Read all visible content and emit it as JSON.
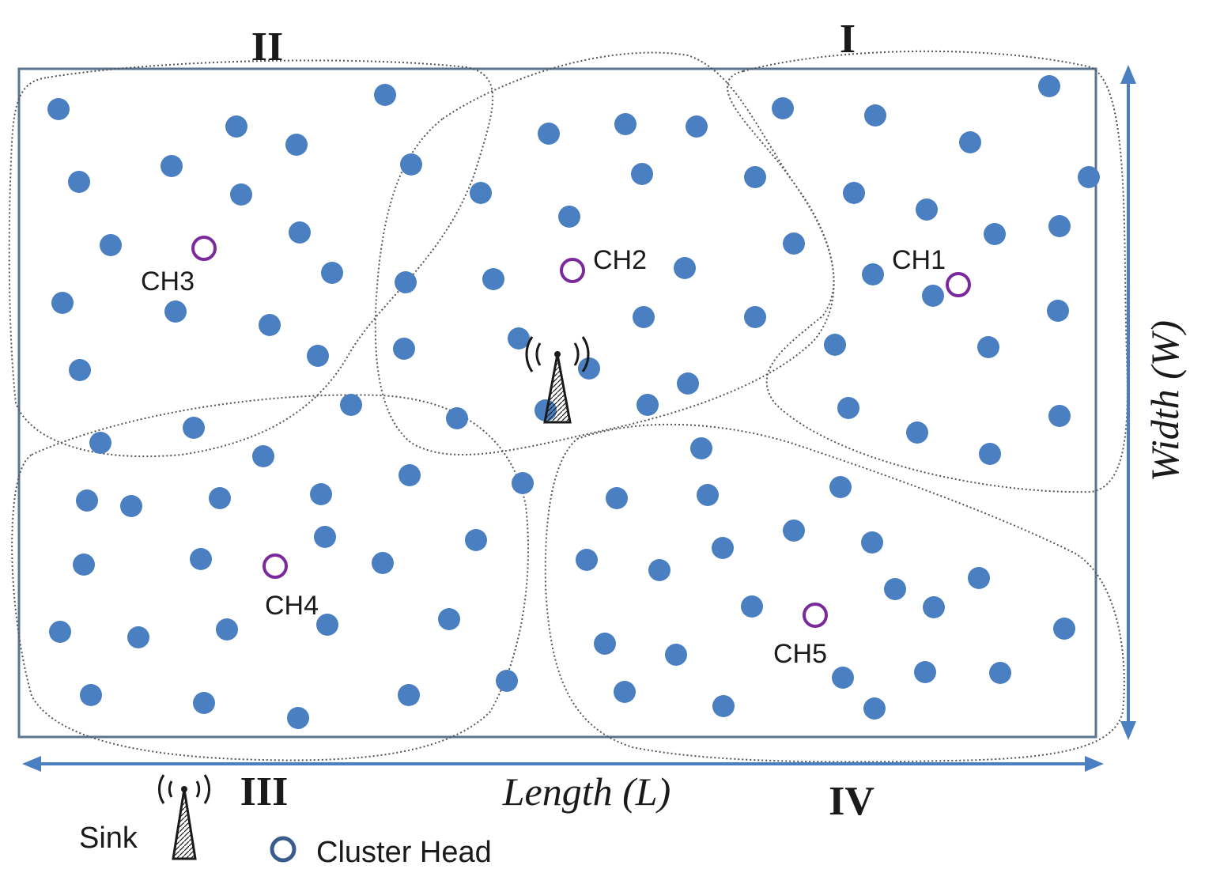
{
  "regions": [
    {
      "id": "I",
      "label": "I"
    },
    {
      "id": "II",
      "label": "II"
    },
    {
      "id": "III",
      "label": "III"
    },
    {
      "id": "IV",
      "label": "IV"
    }
  ],
  "cluster_heads": [
    {
      "id": "ch1",
      "label": "CH1"
    },
    {
      "id": "ch2",
      "label": "CH2"
    },
    {
      "id": "ch3",
      "label": "CH3"
    },
    {
      "id": "ch4",
      "label": "CH4"
    },
    {
      "id": "ch5",
      "label": "CH5"
    }
  ],
  "axes": {
    "length_label": "Length (L)",
    "width_label": "Width (W)"
  },
  "legend": {
    "sink_label": "Sink",
    "cluster_head_label": "Cluster Head"
  },
  "colors": {
    "node": "#4a7fc1",
    "cluster_head": "#7a2a9a",
    "border": "#5a7391",
    "arrow": "#4a7fc1",
    "tower": "#1a1a1a",
    "cluster_outline": "#555555"
  },
  "icons": {
    "sink": "antenna-tower-icon",
    "cluster_head": "hollow-circle-icon"
  }
}
